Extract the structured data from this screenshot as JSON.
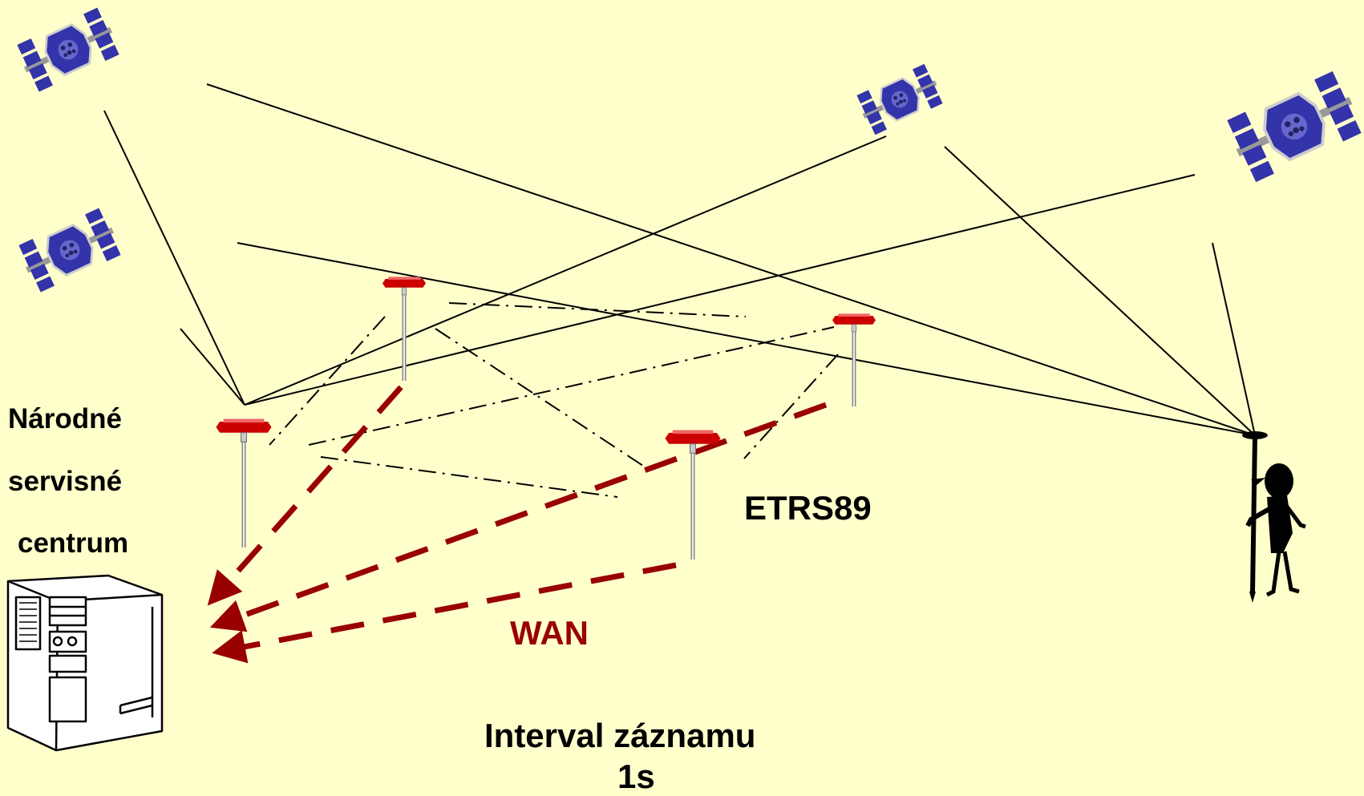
{
  "labels": {
    "center_line1": "Národné",
    "center_line2": "servisné",
    "center_line3": "centrum",
    "etrs": "ETRS89",
    "wan": "WAN",
    "interval_line1": "Interval záznamu",
    "interval_line2": "1s"
  },
  "colors": {
    "background": "#ffffcc",
    "wan_arrow": "#990000",
    "antenna": "#cc0000",
    "satellite_body": "#3333aa",
    "satellite_panel": "#3333aa"
  },
  "icons": {
    "satellite": "satellite-icon",
    "antenna": "gnss-antenna-icon",
    "server": "server-computer-icon",
    "surveyor": "surveyor-rover-icon"
  }
}
